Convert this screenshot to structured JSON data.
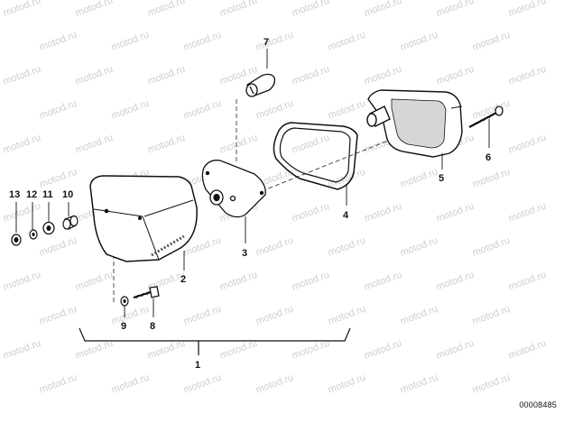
{
  "watermark": "motod.ru",
  "doc_id": "00008485",
  "callouts": {
    "p1": "1",
    "p2": "2",
    "p3": "3",
    "p4": "4",
    "p5": "5",
    "p6": "6",
    "p7": "7",
    "p8": "8",
    "p9": "9",
    "p10": "10",
    "p11": "11",
    "p12": "12",
    "p13": "13"
  }
}
